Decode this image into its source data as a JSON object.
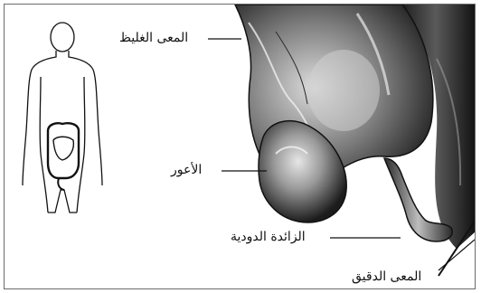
{
  "labels": {
    "large_intestine": "المعى الغليظ",
    "cecum": "الأعور",
    "appendix": "الزائدة الدودية",
    "small_intestine": "المعى الدقيق"
  },
  "colors": {
    "outline": "#111111",
    "frame": "#6b6b6b",
    "colon_dark": "#1a1a1a",
    "colon_mid": "#7a7a7a",
    "colon_light": "#d9d9d9"
  }
}
